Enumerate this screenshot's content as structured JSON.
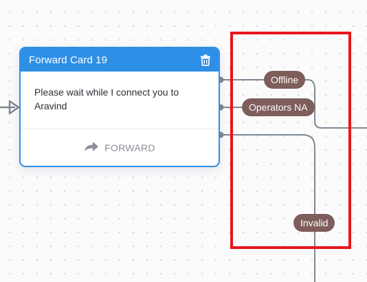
{
  "card": {
    "title": "Forward Card 19",
    "message": "Please wait while I connect you to Aravind",
    "footer_label": "FORWARD",
    "header_icon": "trash-icon",
    "footer_icon": "forward-arrow-icon"
  },
  "ports": [
    {
      "label": "Offline"
    },
    {
      "label": "Operators NA"
    },
    {
      "label": "Invalid"
    }
  ],
  "colors": {
    "accent": "#2e8fe6",
    "pill": "#7e5d5a",
    "connector": "#7d8894",
    "highlight": "#e8151b"
  }
}
